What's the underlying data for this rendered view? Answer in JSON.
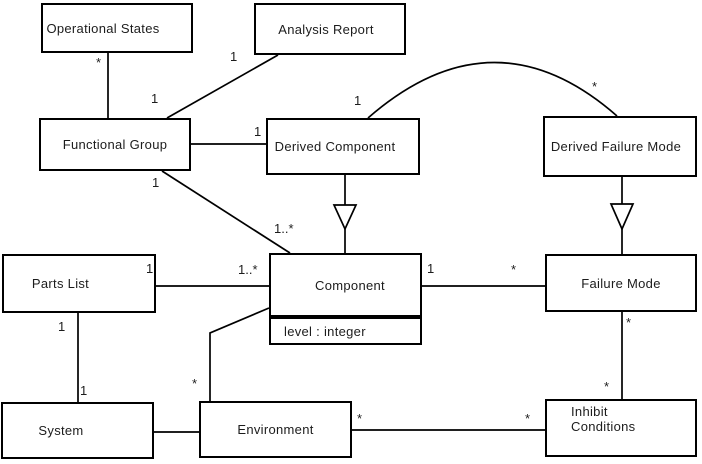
{
  "diagram": {
    "type": "uml-class-diagram",
    "classes": [
      {
        "id": "operational-states",
        "name": "Operational States"
      },
      {
        "id": "analysis-report",
        "name": "Analysis Report"
      },
      {
        "id": "functional-group",
        "name": "Functional Group"
      },
      {
        "id": "derived-component",
        "name": "Derived Component"
      },
      {
        "id": "derived-failure-mode",
        "name": "Derived Failure Mode"
      },
      {
        "id": "parts-list",
        "name": "Parts List"
      },
      {
        "id": "component",
        "name": "Component",
        "attributes": [
          "level : integer"
        ]
      },
      {
        "id": "failure-mode",
        "name": "Failure Mode"
      },
      {
        "id": "system",
        "name": "System"
      },
      {
        "id": "environment",
        "name": "Environment"
      },
      {
        "id": "inhibit-conditions",
        "name": "Inhibit\nConditions"
      }
    ],
    "relationships": [
      {
        "between": [
          "operational-states",
          "functional-group"
        ],
        "type": "association"
      },
      {
        "between": [
          "analysis-report",
          "functional-group"
        ],
        "type": "association"
      },
      {
        "between": [
          "functional-group",
          "derived-component"
        ],
        "type": "association"
      },
      {
        "between": [
          "derived-component",
          "derived-failure-mode"
        ],
        "type": "association",
        "shape": "arc"
      },
      {
        "between": [
          "derived-component",
          "component"
        ],
        "type": "generalization",
        "arrow_at": "component"
      },
      {
        "between": [
          "derived-failure-mode",
          "failure-mode"
        ],
        "type": "generalization",
        "arrow_at": "failure-mode"
      },
      {
        "between": [
          "functional-group",
          "component"
        ],
        "type": "association"
      },
      {
        "between": [
          "parts-list",
          "component"
        ],
        "type": "association"
      },
      {
        "between": [
          "component",
          "failure-mode"
        ],
        "type": "association"
      },
      {
        "between": [
          "failure-mode",
          "inhibit-conditions"
        ],
        "type": "association"
      },
      {
        "between": [
          "parts-list",
          "system"
        ],
        "type": "association"
      },
      {
        "between": [
          "system",
          "environment"
        ],
        "type": "association"
      },
      {
        "between": [
          "environment",
          "component"
        ],
        "type": "association"
      },
      {
        "between": [
          "environment",
          "inhibit-conditions"
        ],
        "type": "association"
      }
    ],
    "multiplicities": [
      {
        "id": "operational-states-end",
        "text": "*"
      },
      {
        "id": "functional-group-end-analysis",
        "text": "1"
      },
      {
        "id": "analysis-report-end",
        "text": "1"
      },
      {
        "id": "derived-component-end-fg",
        "text": "1"
      },
      {
        "id": "derived-component-end-arc",
        "text": "1"
      },
      {
        "id": "derived-failure-mode-end-arc",
        "text": "*"
      },
      {
        "id": "functional-group-end-component",
        "text": "1"
      },
      {
        "id": "component-end-fg",
        "text": "1..*"
      },
      {
        "id": "parts-list-end-component",
        "text": "1"
      },
      {
        "id": "component-end-parts-list",
        "text": "1..*"
      },
      {
        "id": "component-end-failure-mode",
        "text": "1"
      },
      {
        "id": "failure-mode-end-component",
        "text": "*"
      },
      {
        "id": "failure-mode-end-inhibit",
        "text": "*"
      },
      {
        "id": "inhibit-end-failure-mode",
        "text": "*"
      },
      {
        "id": "parts-list-end-system",
        "text": "1"
      },
      {
        "id": "system-end-parts-list",
        "text": "1"
      },
      {
        "id": "environment-end-component",
        "text": "*"
      },
      {
        "id": "environment-end-inhibit",
        "text": "*"
      },
      {
        "id": "inhibit-end-environment",
        "text": "*"
      }
    ],
    "colors": {
      "line": "#000000",
      "background": "#ffffff",
      "box_fill": "#ffffff",
      "text": "#1c1c1c"
    }
  }
}
